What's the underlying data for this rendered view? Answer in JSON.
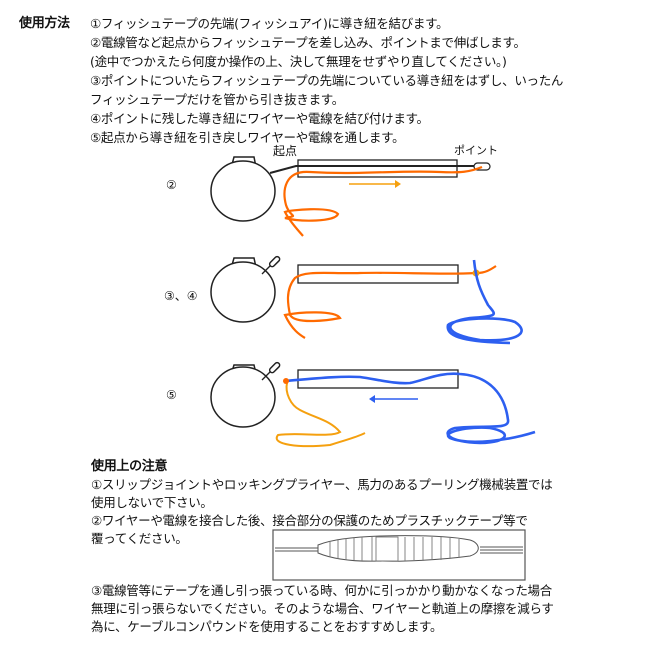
{
  "usage": {
    "heading": "使用方法",
    "steps": [
      "①フィッシュテープの先端(フィッシュアイ)に導き紐を結びます。",
      "②電線管など起点からフィッシュテープを差し込み、ポイントまで伸ばします。",
      "(途中でつかえたら何度か操作の上、決して無理をせずやり直してください。)",
      "③ポイントについたらフィッシュテープの先端についている導き紐をはずし、いったん",
      "フィッシュテープだけを管から引き抜きます。",
      "④ポイントに残した導き紐にワイヤーや電線を結び付けます。",
      "⑤起点から導き紐を引き戻しワイヤーや電線を通します。"
    ]
  },
  "diagrams": {
    "start_label": "起点",
    "point_label": "ポイント",
    "step_labels": [
      "②",
      "③、④",
      "⑤"
    ],
    "colors": {
      "lead_string_orange": "#ff6a00",
      "lead_string_light_orange": "#f5a00f",
      "wire_blue": "#2d5ff0",
      "outline": "#222222"
    }
  },
  "cautions": {
    "heading": "使用上の注意",
    "lines": [
      "①スリップジョイントやロッキングプライヤー、馬力のあるプーリング機械装置では",
      "使用しないで下さい。",
      "②ワイヤーや電線を接合した後、接合部分の保護のためプラスチックテープ等で",
      "覆ってください。",
      "③電線管等にテープを通し引っ張っている時、何かに引っかかり動かなくなった場合",
      "無理に引っ張らないでください。そのような場合、ワイヤーと軌道上の摩擦を減らす",
      "為に、ケーブルコンパウンドを使用することをおすすめします。"
    ]
  }
}
